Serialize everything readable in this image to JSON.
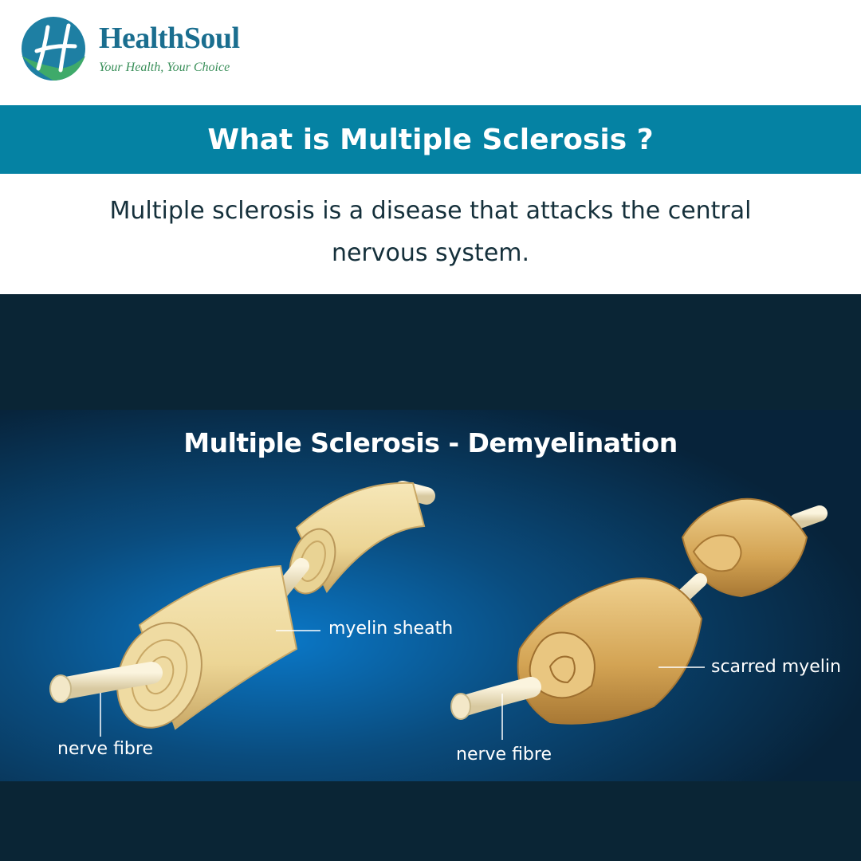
{
  "brand": {
    "name": "HealthSoul",
    "tagline": "Your Health, Your Choice"
  },
  "title": "What is Multiple Sclerosis ?",
  "description": "Multiple sclerosis is a disease that attacks the central nervous system.",
  "illustration": {
    "title": "Multiple Sclerosis - Demyelination",
    "labels": {
      "healthy_sheath": "myelin sheath",
      "healthy_fibre": "nerve fibre",
      "damaged_sheath": "scarred myelin",
      "damaged_fibre": "nerve fibre"
    }
  },
  "colors": {
    "title_bar": "#0582a3",
    "dark_background": "#0a2535",
    "glow": "#0a78c8",
    "myelin": "#f1dfa4",
    "scarred_myelin": "#d9ac5c"
  }
}
